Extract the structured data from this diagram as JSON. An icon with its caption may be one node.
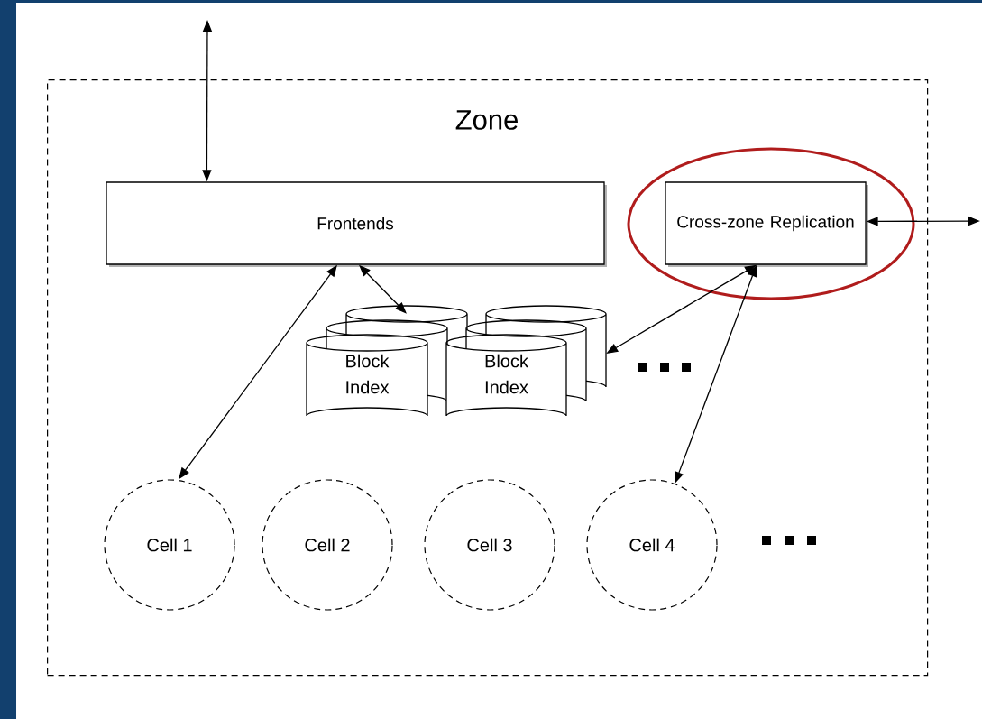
{
  "diagram": {
    "nodes": [
      {
        "text": [
          "Zone"
        ]
      },
      {
        "text": [
          "Frontends"
        ],
        "in": 0
      },
      {
        "text": [
          "Cross-zone Replication"
        ],
        "in": 0
      },
      {
        "text": [
          "Block Index"
        ],
        "in": 0
      },
      {
        "text": [
          "Block Index"
        ],
        "in": 0
      },
      {
        "text": [
          "Cell 1"
        ],
        "in": 0
      },
      {
        "text": [
          "Cell 2"
        ],
        "in": 0
      },
      {
        "text": [
          "Cell 3"
        ],
        "in": 0
      },
      {
        "text": [
          "Cell 4"
        ],
        "in": 0
      }
    ],
    "edges": [
      {
        "from": null,
        "to": 1,
        "arrow": "both"
      },
      {
        "from": 2,
        "to": null,
        "arrow": "both"
      },
      {
        "from": 1,
        "to": 3,
        "arrow": "both"
      },
      {
        "from": 1,
        "to": 5,
        "arrow": "both"
      },
      {
        "from": 2,
        "to": 4,
        "arrow": "both"
      },
      {
        "from": 2,
        "to": 8,
        "arrow": "both"
      }
    ]
  }
}
